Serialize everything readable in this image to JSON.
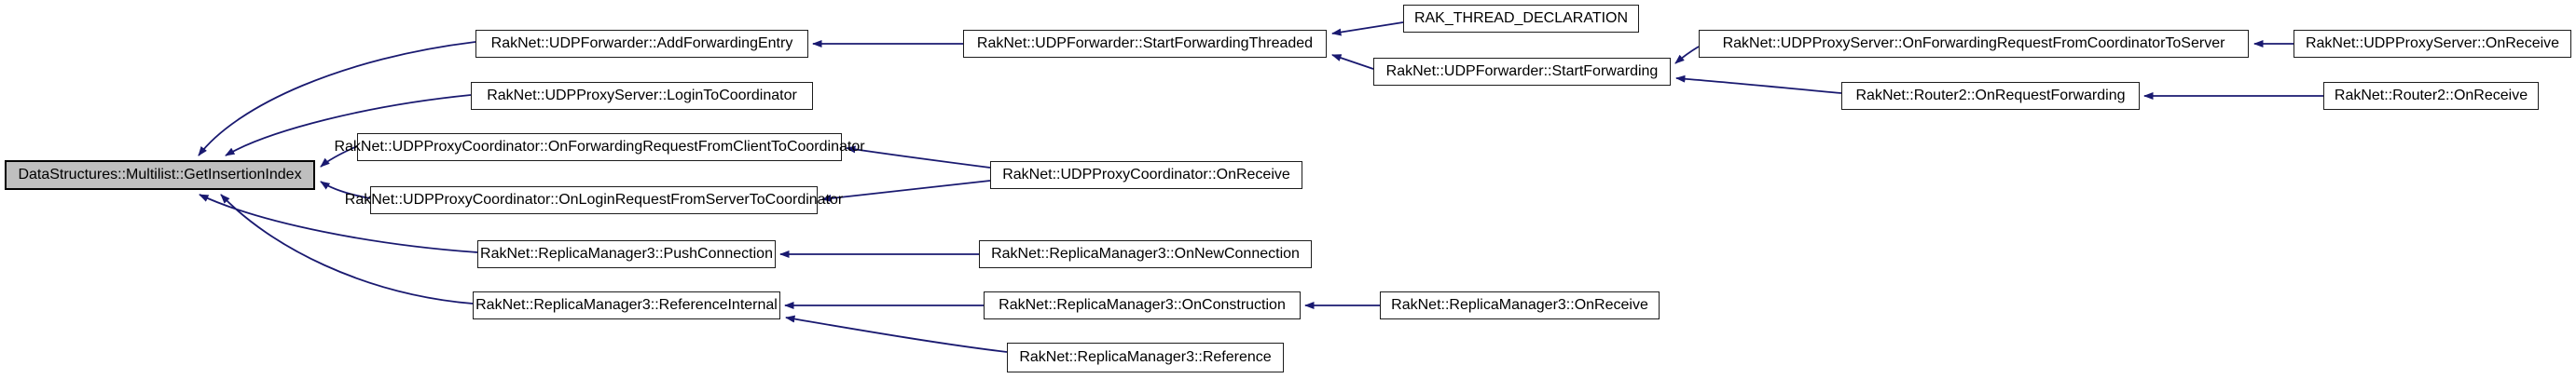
{
  "diagram": {
    "title": "Caller graph for DataStructures::Multilist::GetInsertionIndex",
    "type": "doxygen-caller-graph",
    "colors": {
      "background": "#ffffff",
      "edge": "#191970",
      "node_fill": "#ffffff",
      "node_border": "#000000",
      "root_fill": "#bfbfbf",
      "text": "#000000"
    },
    "nodes": [
      {
        "id": "get-insertion-index",
        "label": "DataStructures::Multilist::GetInsertionIndex",
        "role": "root"
      },
      {
        "id": "add-forwarding-entry",
        "label": "RakNet::UDPForwarder::AddForwardingEntry",
        "role": "caller"
      },
      {
        "id": "login-to-coordinator",
        "label": "RakNet::UDPProxyServer::LoginToCoordinator",
        "role": "caller"
      },
      {
        "id": "on-forwarding-request-from-client-to-coordinator",
        "label": "RakNet::UDPProxyCoordinator::OnForwardingRequestFromClientToCoordinator",
        "role": "caller"
      },
      {
        "id": "on-login-request-from-server-to-coordinator",
        "label": "RakNet::UDPProxyCoordinator::OnLoginRequestFromServerToCoordinator",
        "role": "caller"
      },
      {
        "id": "push-connection",
        "label": "RakNet::ReplicaManager3::PushConnection",
        "role": "caller"
      },
      {
        "id": "reference-internal",
        "label": "RakNet::ReplicaManager3::ReferenceInternal",
        "role": "caller"
      },
      {
        "id": "start-forwarding-threaded",
        "label": "RakNet::UDPForwarder::StartForwardingThreaded",
        "role": "caller"
      },
      {
        "id": "udp-proxy-coordinator-on-receive",
        "label": "RakNet::UDPProxyCoordinator::OnReceive",
        "role": "caller"
      },
      {
        "id": "on-new-connection",
        "label": "RakNet::ReplicaManager3::OnNewConnection",
        "role": "caller"
      },
      {
        "id": "on-construction",
        "label": "RakNet::ReplicaManager3::OnConstruction",
        "role": "caller"
      },
      {
        "id": "reference",
        "label": "RakNet::ReplicaManager3::Reference",
        "role": "caller"
      },
      {
        "id": "rak-thread-declaration",
        "label": "RAK_THREAD_DECLARATION",
        "role": "caller"
      },
      {
        "id": "start-forwarding",
        "label": "RakNet::UDPForwarder::StartForwarding",
        "role": "caller"
      },
      {
        "id": "on-forwarding-request-from-coordinator-to-server",
        "label": "RakNet::UDPProxyServer::OnForwardingRequestFromCoordinatorToServer",
        "role": "caller"
      },
      {
        "id": "on-request-forwarding",
        "label": "RakNet::Router2::OnRequestForwarding",
        "role": "caller"
      },
      {
        "id": "udp-proxy-server-on-receive",
        "label": "RakNet::UDPProxyServer::OnReceive",
        "role": "caller"
      },
      {
        "id": "router2-on-receive",
        "label": "RakNet::Router2::OnReceive",
        "role": "caller"
      },
      {
        "id": "replica-manager3-on-receive",
        "label": "RakNet::ReplicaManager3::OnReceive",
        "role": "caller"
      }
    ],
    "edges": [
      {
        "from": "add-forwarding-entry",
        "to": "get-insertion-index"
      },
      {
        "from": "login-to-coordinator",
        "to": "get-insertion-index"
      },
      {
        "from": "on-forwarding-request-from-client-to-coordinator",
        "to": "get-insertion-index"
      },
      {
        "from": "on-login-request-from-server-to-coordinator",
        "to": "get-insertion-index"
      },
      {
        "from": "push-connection",
        "to": "get-insertion-index"
      },
      {
        "from": "reference-internal",
        "to": "get-insertion-index"
      },
      {
        "from": "start-forwarding-threaded",
        "to": "add-forwarding-entry"
      },
      {
        "from": "rak-thread-declaration",
        "to": "start-forwarding-threaded"
      },
      {
        "from": "start-forwarding",
        "to": "start-forwarding-threaded"
      },
      {
        "from": "on-forwarding-request-from-coordinator-to-server",
        "to": "start-forwarding"
      },
      {
        "from": "on-request-forwarding",
        "to": "start-forwarding"
      },
      {
        "from": "udp-proxy-server-on-receive",
        "to": "on-forwarding-request-from-coordinator-to-server"
      },
      {
        "from": "router2-on-receive",
        "to": "on-request-forwarding"
      },
      {
        "from": "udp-proxy-coordinator-on-receive",
        "to": "on-forwarding-request-from-client-to-coordinator"
      },
      {
        "from": "udp-proxy-coordinator-on-receive",
        "to": "on-login-request-from-server-to-coordinator"
      },
      {
        "from": "on-new-connection",
        "to": "push-connection"
      },
      {
        "from": "on-construction",
        "to": "reference-internal"
      },
      {
        "from": "replica-manager3-on-receive",
        "to": "on-construction"
      },
      {
        "from": "reference",
        "to": "reference-internal"
      }
    ]
  }
}
